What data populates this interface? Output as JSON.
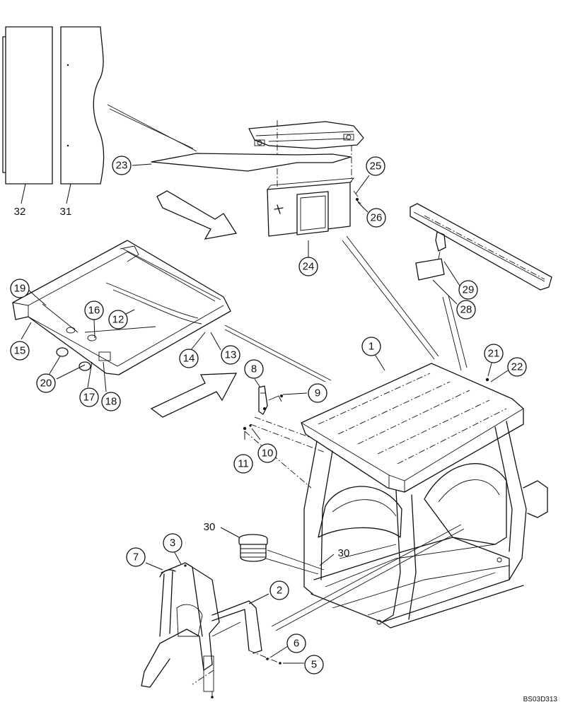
{
  "drawing_code": "BS03D313",
  "callouts": [
    {
      "id": "1",
      "label": "1"
    },
    {
      "id": "2",
      "label": "2"
    },
    {
      "id": "3",
      "label": "3"
    },
    {
      "id": "5",
      "label": "5"
    },
    {
      "id": "6",
      "label": "6"
    },
    {
      "id": "7",
      "label": "7"
    },
    {
      "id": "8",
      "label": "8"
    },
    {
      "id": "9",
      "label": "9"
    },
    {
      "id": "10",
      "label": "10"
    },
    {
      "id": "11",
      "label": "11"
    },
    {
      "id": "12",
      "label": "12"
    },
    {
      "id": "13",
      "label": "13"
    },
    {
      "id": "14",
      "label": "14"
    },
    {
      "id": "15",
      "label": "15"
    },
    {
      "id": "16",
      "label": "16"
    },
    {
      "id": "17",
      "label": "17"
    },
    {
      "id": "18",
      "label": "18"
    },
    {
      "id": "19",
      "label": "19"
    },
    {
      "id": "20",
      "label": "20"
    },
    {
      "id": "21",
      "label": "21"
    },
    {
      "id": "22",
      "label": "22"
    },
    {
      "id": "23",
      "label": "23"
    },
    {
      "id": "24",
      "label": "24"
    },
    {
      "id": "25",
      "label": "25"
    },
    {
      "id": "26",
      "label": "26"
    },
    {
      "id": "28",
      "label": "28"
    },
    {
      "id": "29",
      "label": "29"
    }
  ],
  "plain_labels": [
    {
      "id": "32",
      "label": "32"
    },
    {
      "id": "31",
      "label": "31"
    },
    {
      "id": "30a",
      "label": "30"
    },
    {
      "id": "30b",
      "label": "30"
    }
  ]
}
